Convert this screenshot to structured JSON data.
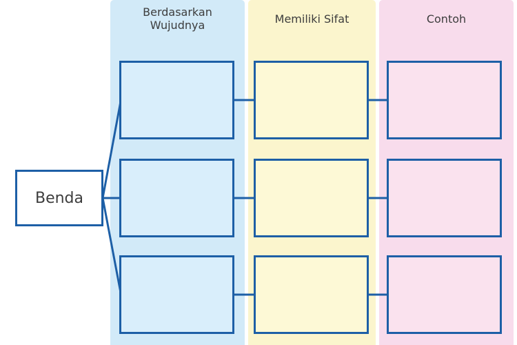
{
  "diagram": {
    "root_node": {
      "label": "Benda"
    },
    "column_headers": [
      {
        "label": "Berdasarkan Wujudnya"
      },
      {
        "label": "Memiliki Sifat"
      },
      {
        "label": "Contoh"
      }
    ],
    "rows_per_column": 3,
    "empty_answer_boxes": 9
  },
  "colors": {
    "band_blue": "#d2eaf8",
    "band_yellow": "#fbf5cd",
    "band_pink": "#f8dcec",
    "box_blue": "#d9eefb",
    "box_yellow": "#fdf9d6",
    "box_pink": "#fae2ee",
    "border_blue": "#1d5fa6",
    "text": "#3d3d3d",
    "background": "#ffffff"
  }
}
